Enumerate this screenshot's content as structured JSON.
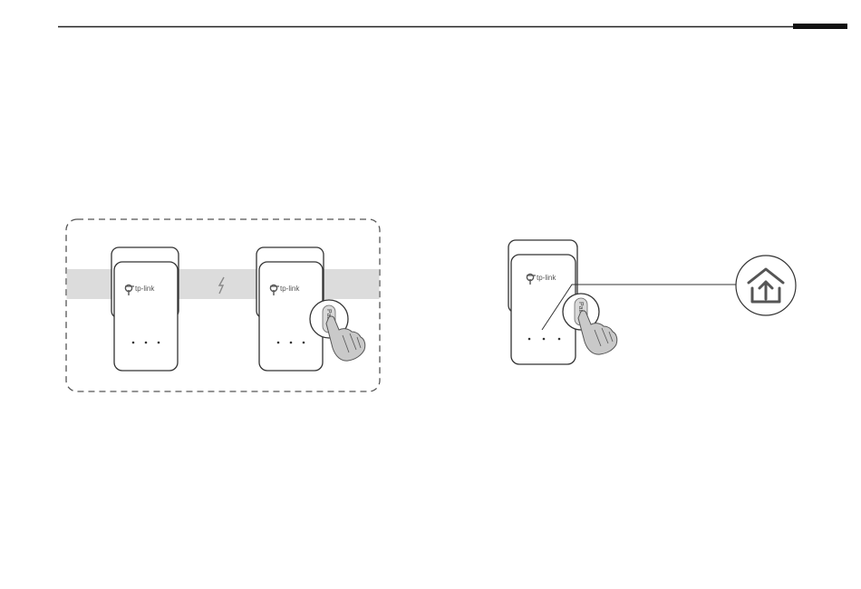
{
  "header": {
    "rule_color": "#222222",
    "tab_color": "#111111"
  },
  "illustration_left": {
    "band_color": "#dcdcdc",
    "border_color": "#555555",
    "adapter_1": {
      "brand": "tp-link",
      "brand_icon": "tp-link-logo-icon",
      "led_count": 3
    },
    "link_icon": "lightning-bolt-icon",
    "adapter_2": {
      "brand": "tp-link",
      "brand_icon": "tp-link-logo-icon",
      "led_count": 3,
      "button_label": "Pair",
      "hand_icon": "pressing-hand-icon"
    }
  },
  "illustration_right": {
    "adapter": {
      "brand": "tp-link",
      "brand_icon": "tp-link-logo-icon",
      "led_count": 3,
      "button_label": "Pair",
      "hand_icon": "pressing-hand-icon"
    },
    "target_icon": "home-upload-icon"
  }
}
